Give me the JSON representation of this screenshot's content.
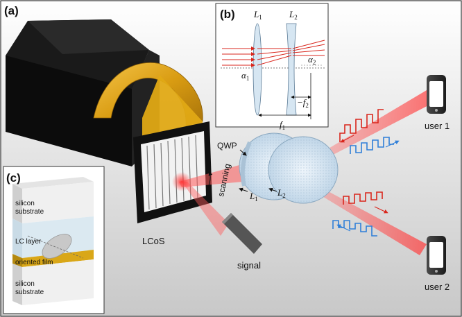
{
  "panels": {
    "a": "(a)",
    "b": "(b)",
    "c": "(c)"
  },
  "labels": {
    "lcos": "LCoS",
    "signal": "signal",
    "qwp": "QWP",
    "scanning": "scanning",
    "user1": "user 1",
    "user2": "user 2"
  },
  "lenses": {
    "l1_name": "L",
    "l1_sub": "1",
    "l2_name": "L",
    "l2_sub": "2"
  },
  "inset_b": {
    "l1_name": "L",
    "l1_sub": "1",
    "l2_name": "L",
    "l2_sub": "2",
    "alpha1": "α",
    "alpha1_sub": "1",
    "alpha2": "α",
    "alpha2_sub": "2",
    "f1": "f",
    "f1_sub": "1",
    "f2_prefix": "−f",
    "f2_sub": "2"
  },
  "inset_c": {
    "silicon_top": [
      "silicon",
      "substrate"
    ],
    "lc_layer": "LC layer",
    "oriented_film": "oriented film",
    "silicon_bottom": [
      "silicon",
      "substrate"
    ]
  },
  "colors": {
    "beam": "#ff4d4d",
    "downlink_wave": "#d9261c",
    "uplink_wave": "#2f7fd8",
    "flex_cable": "#e0a915",
    "lens_glass": "#d6e6f2"
  }
}
